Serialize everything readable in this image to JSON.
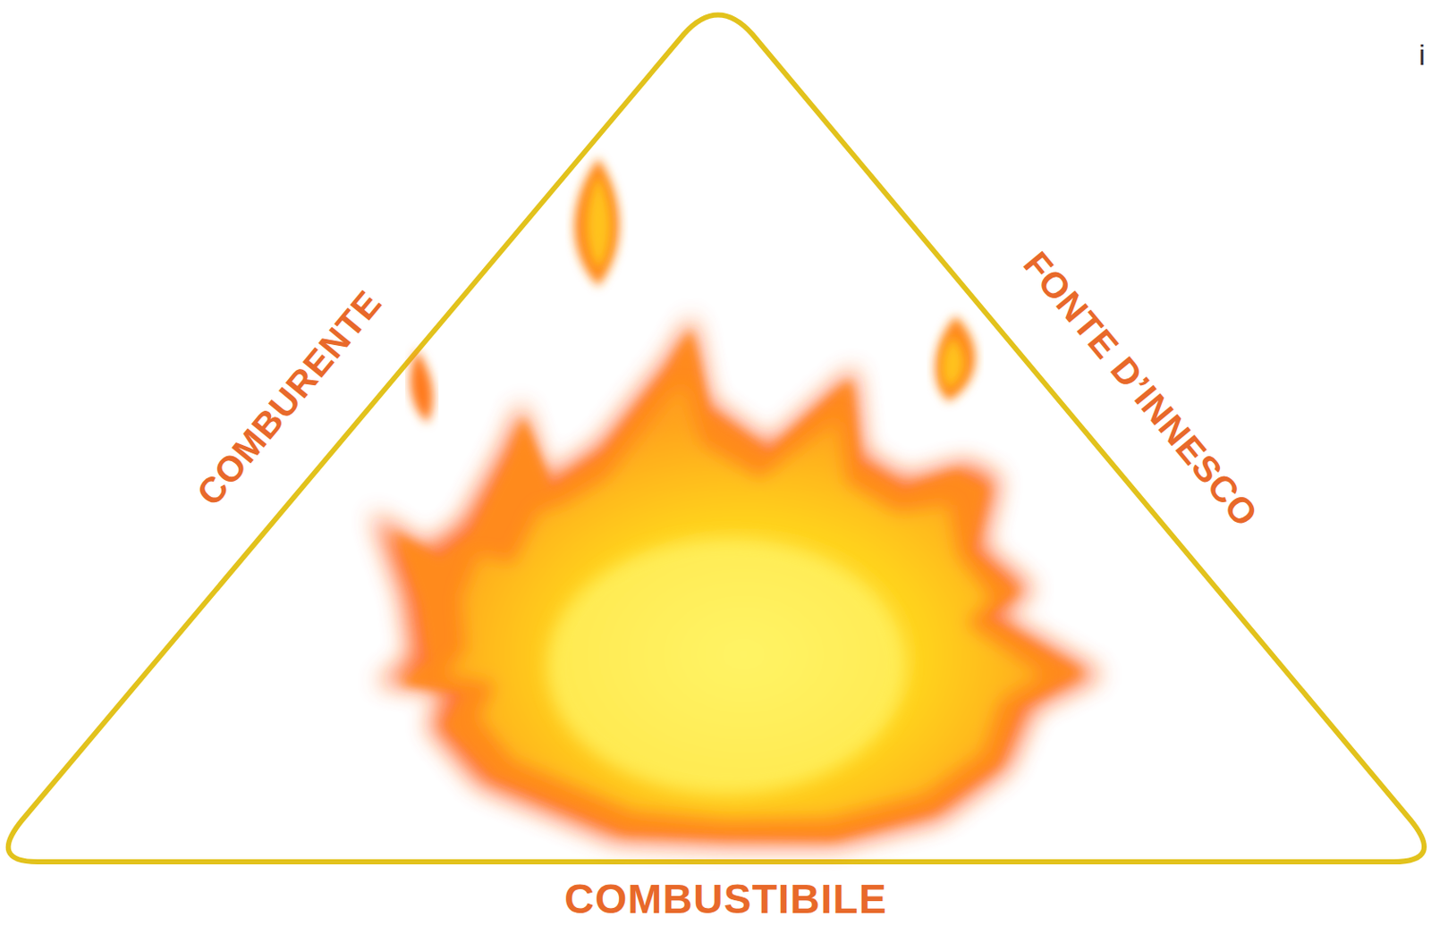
{
  "diagram": {
    "labels": [
      "COMBURENTE",
      "FONTE D’INNESCO",
      "COMBUSTIBILE",
      "i"
    ]
  }
}
